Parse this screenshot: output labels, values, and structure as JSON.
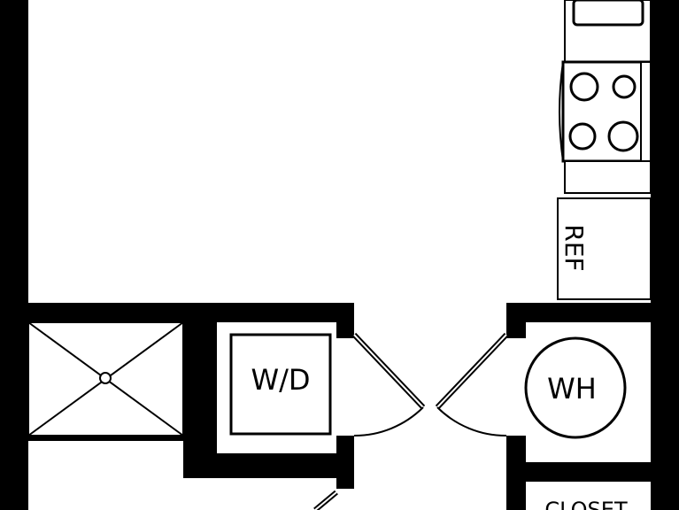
{
  "labels": {
    "washer_dryer": "W/D",
    "water_heater": "WH",
    "refrigerator": "REF",
    "closet": "CLOSET"
  },
  "colors": {
    "wall": "#000000",
    "background": "#ffffff",
    "line": "#000000"
  }
}
